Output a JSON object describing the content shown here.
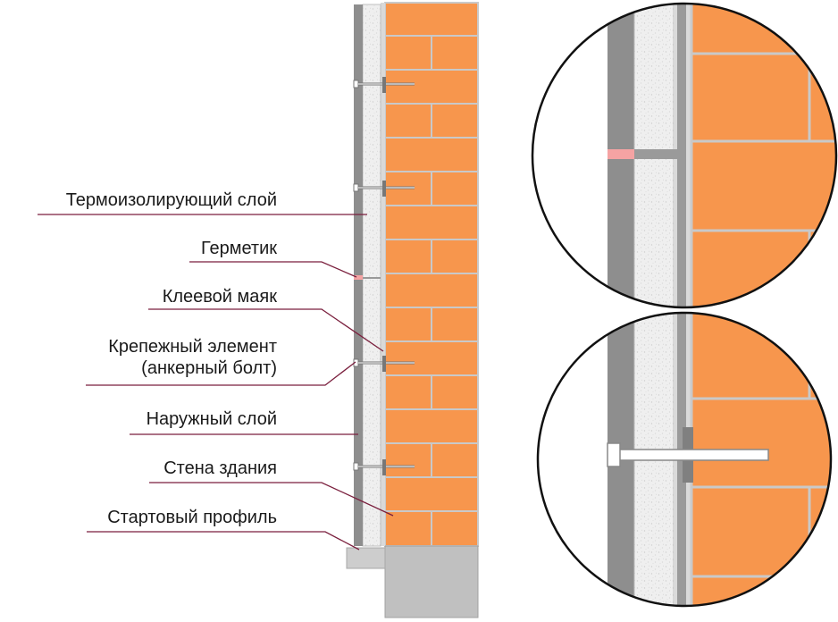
{
  "labels": {
    "insulation": "Термоизолирующий слой",
    "sealant": "Герметик",
    "glue_beacon": "Клеевой маяк",
    "fastener_line1": "Крепежный элемент",
    "fastener_line2": "(анкерный болт)",
    "outer_layer": "Наружный слой",
    "building_wall": "Стена здания",
    "start_profile": "Стартовый профиль"
  },
  "colors": {
    "brick": "#F7964D",
    "mortar": "#C9C9C9",
    "outer_layer": "#8E8E8E",
    "insulation": "#ECECEC",
    "sealant": "#F5A3A3",
    "leader": "#7A1F3D",
    "foundation": "#C0C0C0"
  }
}
